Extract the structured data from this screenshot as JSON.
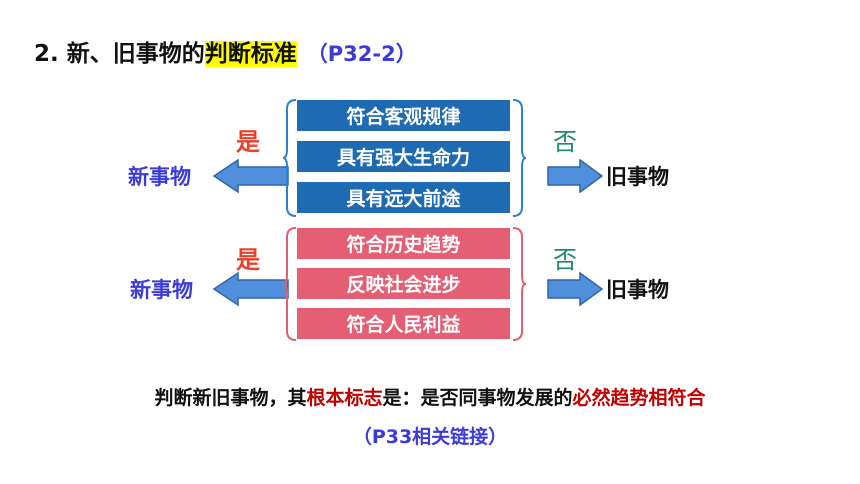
{
  "heading": {
    "prefix": "2. 新、旧事物的",
    "highlight": "判断标准",
    "ref": "（P32-2）"
  },
  "group1": {
    "yes": "是",
    "no": "否",
    "new": "新事物",
    "old": "旧事物",
    "items": [
      "符合客观规律",
      "具有强大生命力",
      "具有远大前途"
    ]
  },
  "group2": {
    "yes": "是",
    "no": "否",
    "new": "新事物",
    "old": "旧事物",
    "items": [
      "符合历史趋势",
      "反映社会进步",
      "符合人民利益"
    ]
  },
  "conclusion": {
    "part1": "判断新旧事物，其",
    "part2": "根本标志",
    "part3": "是：是否同事物发展的",
    "part4": "必然趋势相符合"
  },
  "link": "（P33相关链接）",
  "colors": {
    "blue_box": "#1e6bb3",
    "pink_box": "#e45f74",
    "arrow": "#4f8fdc",
    "yes": "#e8402b",
    "no": "#1f8a70"
  }
}
